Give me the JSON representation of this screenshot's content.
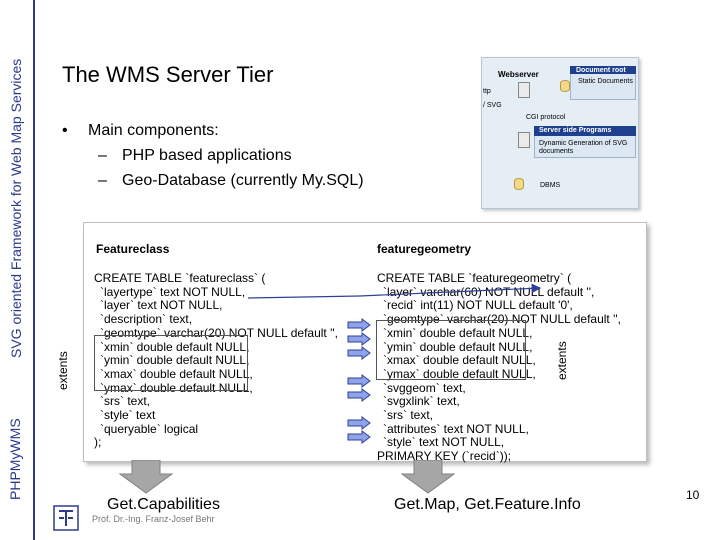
{
  "sidebar": {
    "upper_text": "SVG oriented Framework for Web Map Services",
    "lower_text": "PHPMyWMS"
  },
  "slide": {
    "title": "The WMS Server Tier",
    "bullet": "Main components:",
    "sub_items": [
      "PHP based applications",
      "Geo-Database (currently My.SQL)"
    ],
    "page_number": "10",
    "author": "Prof. Dr.-Ing. Franz-Josef Behr"
  },
  "architecture": {
    "webserver": "Webserver",
    "document_root": "Document root",
    "static_documents": "Static Documents",
    "http": "ttp",
    "svg": "/ SVG",
    "cgi": "CGI protocol",
    "server_side": "Server side Programs",
    "dynamic_generation": "Dynamic Generation of SVG documents",
    "dbms": "DBMS"
  },
  "sql": {
    "featureclass_header": "Featureclass",
    "featuregeometry_header": "featuregeometry",
    "featureclass_lines": [
      "CREATE TABLE `featureclass` (",
      "`layertype` text NOT NULL,",
      "`layer` text NOT NULL,",
      "`description` text,",
      "`geomtype` varchar(20) NOT NULL default '',",
      "`xmin` double default NULL,",
      "`ymin` double default NULL,",
      "`xmax` double default NULL,",
      "`ymax` double default NULL,",
      "`srs` text,",
      "`style` text",
      "`queryable` logical",
      ");"
    ],
    "featuregeometry_lines": [
      "CREATE TABLE `featuregeometry` (",
      "`layer` varchar(60) NOT NULL default '',",
      "`recid` int(11) NOT NULL default '0',",
      "`geomtype` varchar(20) NOT NULL default '',",
      "`xmin` double default NULL,",
      "`ymin` double default NULL,",
      "`xmax` double default NULL,",
      "`ymax` double default NULL,",
      "`svggeom` text,",
      "`svgxlink` text,",
      "`srs` text,",
      "`attributes` text NOT NULL,",
      "`style` text NOT NULL,",
      "PRIMARY KEY (`recid`));"
    ],
    "extents_left": "extents",
    "extents_right": "extents"
  },
  "apis": {
    "left": "Get.Capabilities",
    "right": "Get.Map, Get.Feature.Info"
  },
  "colors": {
    "sidebar_text": "#2b3a8c",
    "arrow_fill": "#8fa4e8",
    "arrow_stroke": "#2f3f9a",
    "down_arrow": "#9e9e9e"
  }
}
